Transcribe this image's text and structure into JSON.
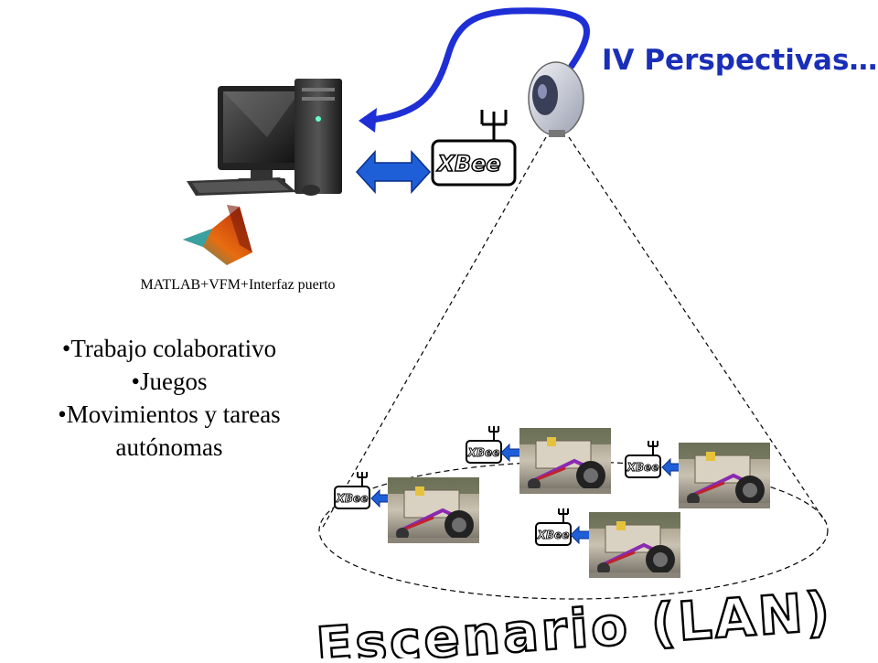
{
  "title": "IV Perspectivas…",
  "software_label": "MATLAB+VFM+Interfaz puerto",
  "bullets": [
    "•Trabajo colaborativo",
    "•Juegos",
    "•Movimientos y tareas autónomas"
  ],
  "xbee_label": "XBee",
  "scenario_label": "Escenario (LAN)",
  "colors": {
    "title": "#1a2fb8",
    "cable": "#1f2fd6",
    "arrow": "#1e5fd8",
    "scenario_text_stroke": "#000000"
  },
  "icons": [
    "computer-icon",
    "matlab-logo-icon",
    "camera-icon",
    "xbee-module-icon",
    "robot-photo"
  ]
}
